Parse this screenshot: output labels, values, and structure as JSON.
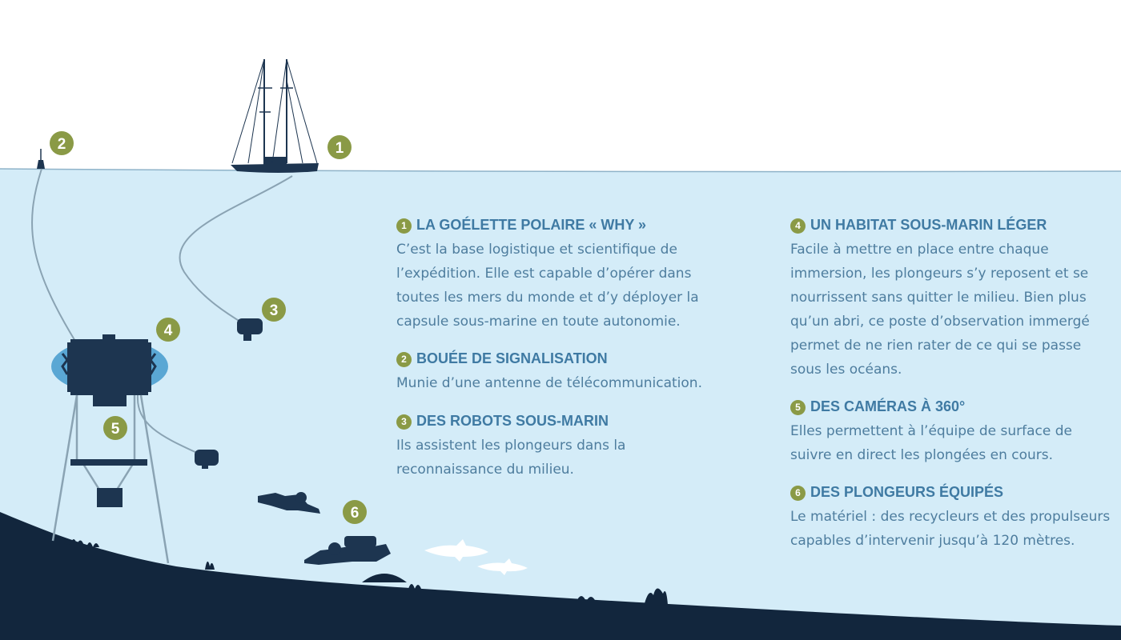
{
  "colors": {
    "sky": "#ffffff",
    "water": "#d4ecf8",
    "seabed": "#12263d",
    "silhouette": "#1d3550",
    "accent": "#8a9a46",
    "title": "#3f7aa3",
    "text": "#4e7d9e"
  },
  "scene": {
    "markers": [
      {
        "num": "1",
        "icon": "boat-icon"
      },
      {
        "num": "2",
        "icon": "buoy-icon"
      },
      {
        "num": "3",
        "icon": "robot-icon"
      },
      {
        "num": "4",
        "icon": "habitat-icon"
      },
      {
        "num": "5",
        "icon": "camera-icon"
      },
      {
        "num": "6",
        "icon": "diver-icon"
      }
    ]
  },
  "legend": [
    {
      "num": "1",
      "title": "LA GOÉLETTE POLAIRE « WHY »",
      "description": "C’est la base logistique et scientifique de l’expédition. Elle est capable d’opérer dans toutes les mers du monde et d’y déployer la capsule sous-marine en toute autonomie."
    },
    {
      "num": "2",
      "title": "BOUÉE DE SIGNALISATION",
      "description": "Munie d’une antenne de télécommunication."
    },
    {
      "num": "3",
      "title": "DES ROBOTS SOUS-MARIN",
      "description": "Ils assistent les plongeurs dans la reconnaissance du milieu."
    },
    {
      "num": "4",
      "title": "UN HABITAT SOUS-MARIN LÉGER",
      "description": "Facile à mettre en place entre chaque immersion, les plongeurs s’y reposent et se nourrissent sans quitter le milieu. Bien plus qu’un abri, ce poste d’observation immergé permet de ne rien rater de ce qui se passe sous les océans."
    },
    {
      "num": "5",
      "title": "DES CAMÉRAS À 360°",
      "description": "Elles permettent à l’équipe de surface de suivre en direct les plongées en cours."
    },
    {
      "num": "6",
      "title": "DES PLONGEURS ÉQUIPÉS",
      "description": "Le matériel : des recycleurs et des propulseurs capables d’intervenir jusqu’à 120 mètres."
    }
  ]
}
